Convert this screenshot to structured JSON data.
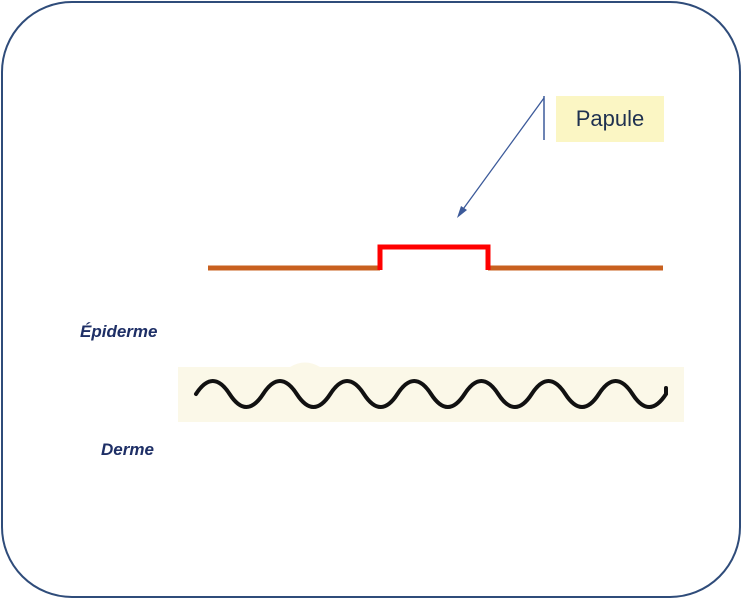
{
  "diagram": {
    "callout_label": "Papule",
    "layer_labels": {
      "epidermis": "Épiderme",
      "dermis": "Derme"
    }
  },
  "colors": {
    "frame_border": "#2f4c7a",
    "epidermis_line": "#c8601f",
    "papule": "#ff0000",
    "callout_arrow": "#3c5a9a",
    "callout_bg": "#fbf6c4",
    "dermis_band_bg": "#fbf8e8",
    "dermis_wave": "#111111",
    "label_text": "#1e2f66"
  }
}
